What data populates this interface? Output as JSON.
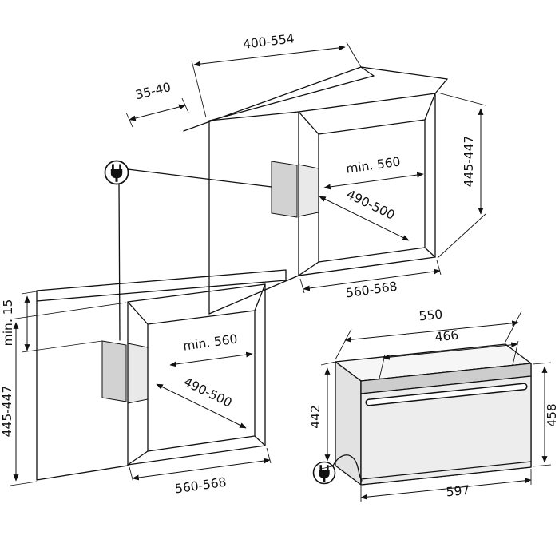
{
  "page": {
    "background": "#ffffff",
    "title": "Built-in oven installation drawing"
  },
  "column_cabinet": {
    "top_depth": "400-554",
    "wall_gap": "35-40",
    "niche_width": "min. 560",
    "niche_depth": "490-500",
    "niche_height": "445-447",
    "cabinet_width": "560-568"
  },
  "base_cabinet": {
    "socket_clearance": "min. 15",
    "niche_width": "min. 560",
    "niche_depth": "490-500",
    "niche_height": "445-447",
    "cabinet_width": "560-568"
  },
  "oven": {
    "top_width": "550",
    "inner_width": "466",
    "rear_height": "442",
    "front_height": "458",
    "overall_width": "597"
  },
  "icons": {
    "power_plug": "power-plug-icon"
  },
  "colors": {
    "line": "#111111",
    "socket_zone": "#d2d2d2",
    "socket_zone_inner": "#e9e9e9",
    "oven_panel": "#cdcdcd",
    "oven_door": "#ededed"
  }
}
